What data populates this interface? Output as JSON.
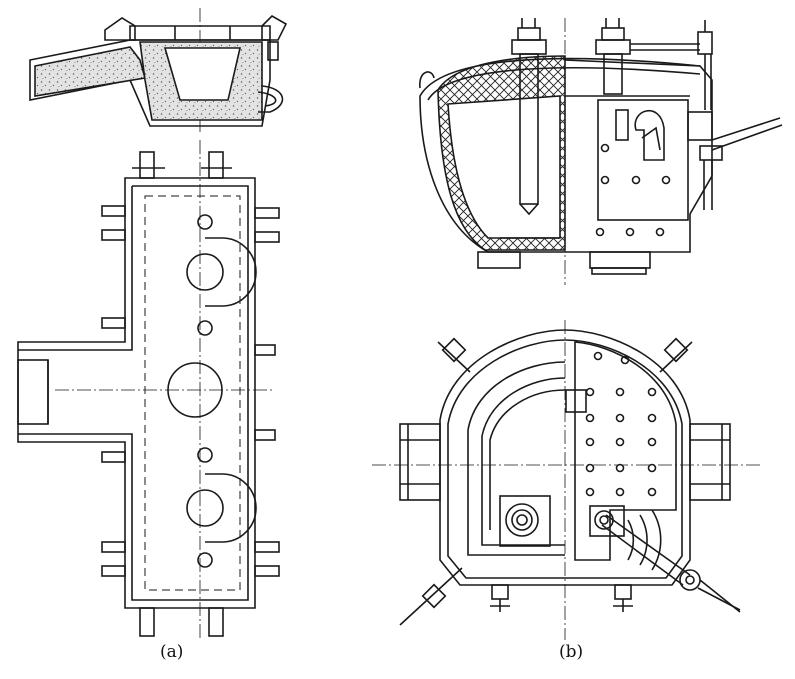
{
  "figure": {
    "panels": [
      {
        "id": "a",
        "caption": "(a)"
      },
      {
        "id": "b",
        "caption": "(b)"
      }
    ],
    "colors": {
      "ink": "#1a1a1a",
      "refractory": "#bdbdbd",
      "paper": "#ffffff"
    }
  }
}
